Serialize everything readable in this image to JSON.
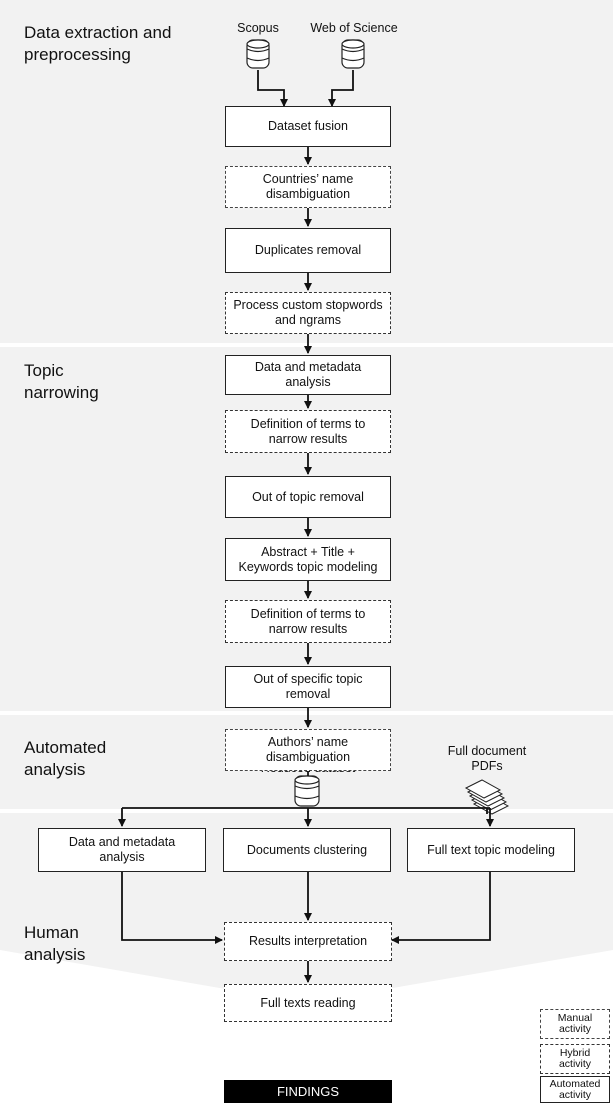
{
  "sections": {
    "extraction": "Data extraction and preprocessing",
    "narrowing": "Topic narrowing",
    "automated": "Automated analysis",
    "human": "Human analysis"
  },
  "sources": {
    "scopus": "Scopus",
    "wos": "Web of Science",
    "full_pdfs": "Full document PDFs",
    "reduced": "Reduced dataset"
  },
  "steps": {
    "fusion": "Dataset fusion",
    "countries": "Countries’ name disambiguation",
    "duplicates": "Duplicates removal",
    "stopwords": "Process custom stopwords and ngrams",
    "metadata1": "Data and metadata analysis",
    "terms1": "Definition of terms to narrow results",
    "out_topic": "Out of topic removal",
    "topic_model": "Abstract + Title + Keywords topic modeling",
    "terms2": "Definition of terms to narrow results",
    "out_specific": "Out of specific topic removal",
    "authors": "Authors’ name disambiguation",
    "metadata2": "Data and metadata analysis",
    "clustering": "Documents clustering",
    "fulltext_model": "Full text topic modeling",
    "interpretation": "Results interpretation",
    "reading": "Full texts reading",
    "findings": "FINDINGS"
  },
  "legend": {
    "manual": "Manual activity",
    "hybrid": "Hybrid activity",
    "automated": "Automated activity"
  },
  "icons": [
    "database-icon",
    "document-stack-icon"
  ]
}
